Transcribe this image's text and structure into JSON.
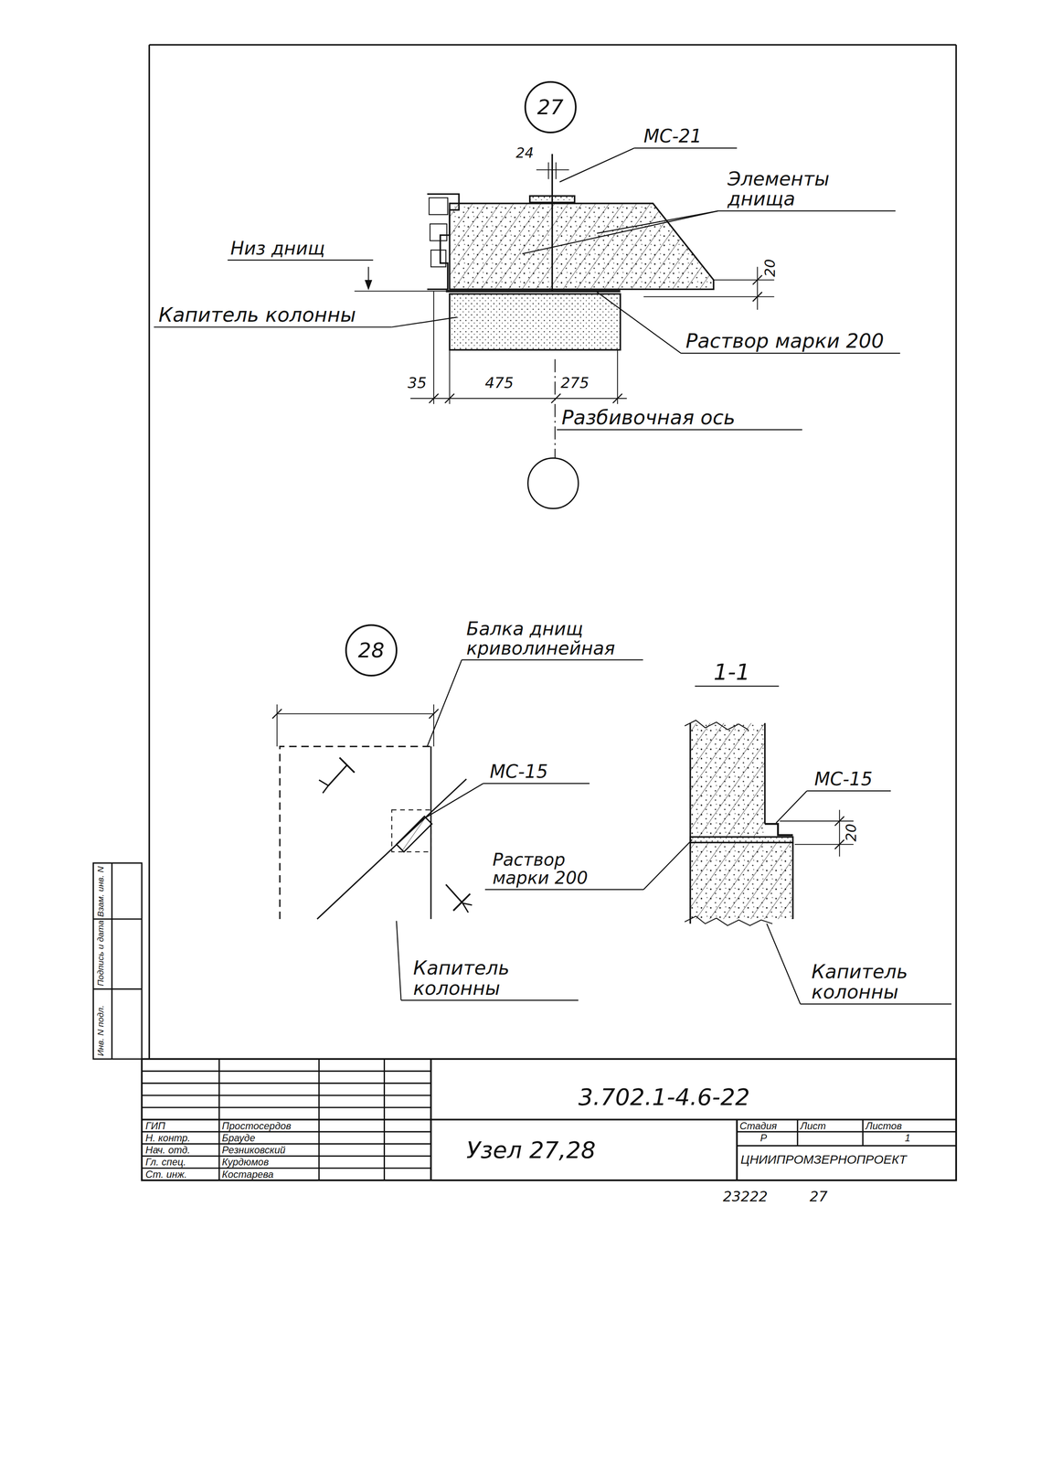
{
  "diagram": {
    "nodes": [
      {
        "text": [
          "27"
        ]
      },
      {
        "text": [
          "28"
        ]
      }
    ],
    "labels": [
      "24",
      "МС-21",
      "Элементы днища",
      "Низ днищ",
      "20",
      "Капитель колонны",
      "Раствор марки 200",
      "35",
      "475",
      "275",
      "Разбивочная ось",
      "Балка днищ криволинейная",
      "1-1",
      "МС-15",
      "Раствор марки 200",
      "МС-15",
      "20",
      "Капитель колонны",
      "Капитель колонны",
      "Инв. N подл.",
      "Подпись и дата",
      "Взам. инв. N",
      "3.702.1-4.6-22",
      "ГИП",
      "Простосердов",
      "Н. контр.",
      "Брауде",
      "Нач. отд.",
      "Резниковский",
      "Гл. спец.",
      "Курдюмов",
      "Ст. инж.",
      "Костарева",
      "Узел 27,28",
      "Стадия",
      "Лист",
      "Листов",
      "Р",
      "1",
      "ЦНИИПРОМЗЕРНОПРОЕКТ",
      "23222",
      "27"
    ]
  }
}
